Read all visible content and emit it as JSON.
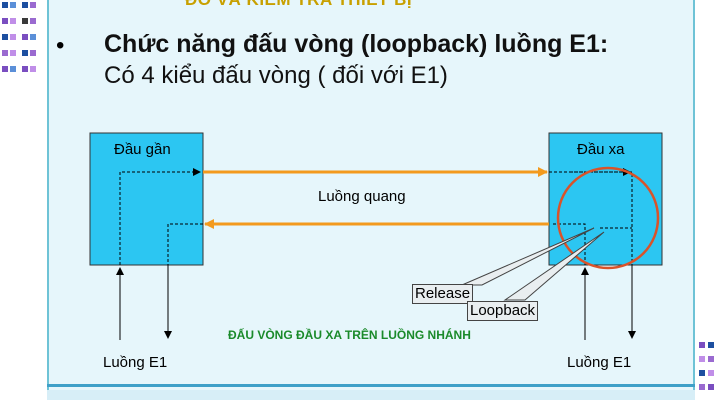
{
  "slide": {
    "header": "ĐO VÀ KIỂM TRA THIẾT BỊ",
    "bullet": "•",
    "title": "Chức năng đấu vòng (loopback) luồng E1:",
    "subtitle": "Có 4 kiểu đấu vòng ( đối với E1)"
  },
  "diagram": {
    "near_end_label": "Đầu gần",
    "far_end_label": "Đầu xa",
    "optical_line_label": "Luồng quang",
    "release_label": "Release",
    "loopback_label": "Loopback",
    "caption": "ĐẤU VÒNG ĐẦU XA TRÊN LUỒNG NHÁNH",
    "e1_left_label": "Luồng E1",
    "e1_right_label": "Luồng E1"
  },
  "colors": {
    "box_fill": "#2cc6f2",
    "arrow_orange": "#f39a1e",
    "circle_red": "#d9532a",
    "caption_green": "#1a8a2a"
  }
}
